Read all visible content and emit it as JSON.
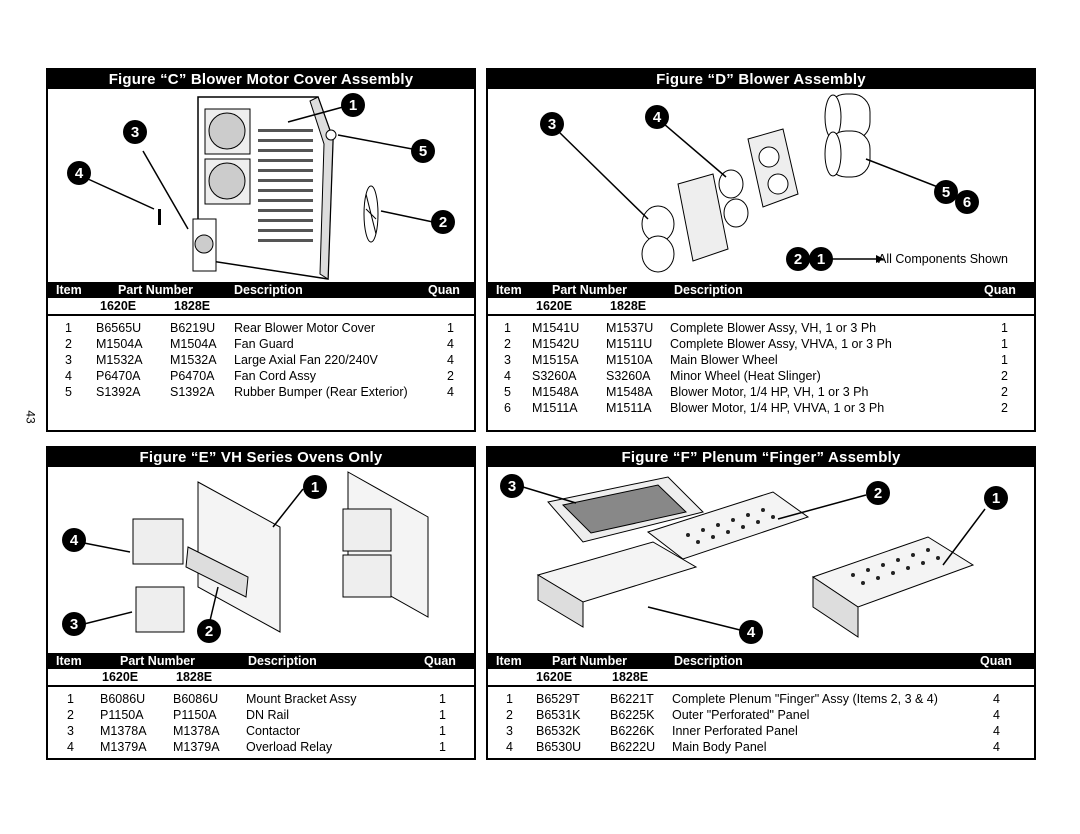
{
  "page_number": "43",
  "headers": {
    "item": "Item",
    "part_number": "Part Number",
    "description": "Description",
    "quan": "Quan",
    "model_a": "1620E",
    "model_b": "1828E"
  },
  "panels": {
    "c": {
      "title": "Figure “C”   Blower Motor Cover Assembly",
      "callouts": [
        "1",
        "2",
        "3",
        "4",
        "5"
      ],
      "rows": [
        {
          "item": "1",
          "a": "B6565U",
          "b": "B6219U",
          "desc": "Rear Blower Motor Cover",
          "qty": "1"
        },
        {
          "item": "2",
          "a": "M1504A",
          "b": "M1504A",
          "desc": "Fan Guard",
          "qty": "4"
        },
        {
          "item": "3",
          "a": "M1532A",
          "b": "M1532A",
          "desc": "Large Axial Fan 220/240V",
          "qty": "4"
        },
        {
          "item": "4",
          "a": "P6470A",
          "b": "P6470A",
          "desc": "Fan Cord Assy",
          "qty": "2"
        },
        {
          "item": "5",
          "a": "S1392A",
          "b": "S1392A",
          "desc": "Rubber Bumper (Rear Exterior)",
          "qty": "4"
        }
      ]
    },
    "d": {
      "title": "Figure “D”   Blower  Assembly",
      "callouts": [
        "3",
        "4",
        "5",
        "6",
        "2",
        "1"
      ],
      "note": "All Components Shown",
      "rows": [
        {
          "item": "1",
          "a": "M1541U",
          "b": "M1537U",
          "desc": "Complete Blower Assy, VH, 1 or 3 Ph",
          "qty": "1"
        },
        {
          "item": "2",
          "a": "M1542U",
          "b": "M1511U",
          "desc": "Complete Blower Assy, VHVA, 1 or 3 Ph",
          "qty": "1"
        },
        {
          "item": "3",
          "a": "M1515A",
          "b": "M1510A",
          "desc": "Main Blower Wheel",
          "qty": "1"
        },
        {
          "item": "4",
          "a": "S3260A",
          "b": "S3260A",
          "desc": "Minor Wheel (Heat Slinger)",
          "qty": "2"
        },
        {
          "item": "5",
          "a": "M1548A",
          "b": "M1548A",
          "desc": "Blower Motor, 1/4 HP, VH, 1 or 3 Ph",
          "qty": "2"
        },
        {
          "item": "6",
          "a": "M1511A",
          "b": "M1511A",
          "desc": "Blower Motor, 1/4 HP, VHVA, 1 or 3 Ph",
          "qty": "2"
        }
      ]
    },
    "e": {
      "title": "Figure “E”   VH Series Ovens Only",
      "callouts": [
        "1",
        "4",
        "3",
        "2"
      ],
      "rows": [
        {
          "item": "1",
          "a": "B6086U",
          "b": "B6086U",
          "desc": "Mount Bracket Assy",
          "qty": "1"
        },
        {
          "item": "2",
          "a": "P1150A",
          "b": "P1150A",
          "desc": "DN Rail",
          "qty": "1"
        },
        {
          "item": "3",
          "a": "M1378A",
          "b": "M1378A",
          "desc": "Contactor",
          "qty": "1"
        },
        {
          "item": "4",
          "a": "M1379A",
          "b": "M1379A",
          "desc": "Overload Relay",
          "qty": "1"
        }
      ]
    },
    "f": {
      "title": "Figure “F”   Plenum “Finger” Assembly",
      "callouts": [
        "3",
        "2",
        "1",
        "4"
      ],
      "rows": [
        {
          "item": "1",
          "a": "B6529T",
          "b": "B6221T",
          "desc": "Complete Plenum \"Finger\" Assy (Items 2, 3 & 4)",
          "qty": "4"
        },
        {
          "item": "2",
          "a": "B6531K",
          "b": "B6225K",
          "desc": "Outer \"Perforated\" Panel",
          "qty": "4"
        },
        {
          "item": "3",
          "a": "B6532K",
          "b": "B6226K",
          "desc": "Inner Perforated Panel",
          "qty": "4"
        },
        {
          "item": "4",
          "a": "B6530U",
          "b": "B6222U",
          "desc": "Main Body Panel",
          "qty": "4"
        }
      ]
    }
  }
}
